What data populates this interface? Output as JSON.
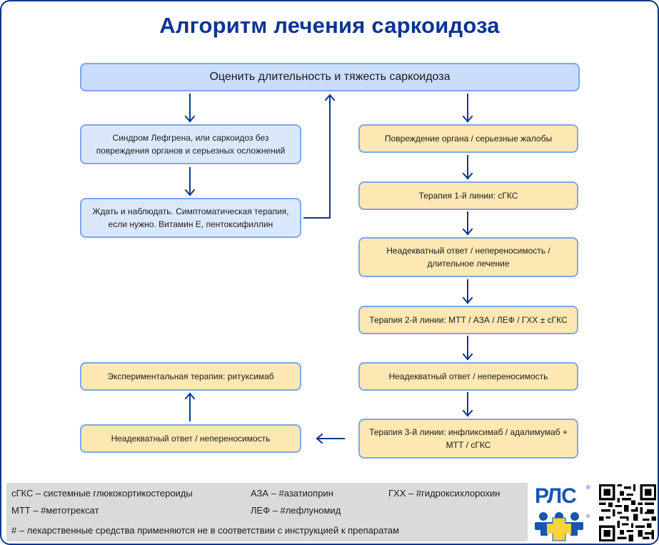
{
  "title": "Алгоритм лечения саркоидоза",
  "colors": {
    "accent": "#0a3591",
    "box_border": "#7da6ee",
    "blue_box": "#dbe8fc",
    "top_box": "#c9dcfa",
    "yellow_box": "#fde7b3",
    "legend_bg": "#dadada"
  },
  "nodes": {
    "assess": "Оценить длительность и тяжесть саркоидоза",
    "lofgren": "Синдром Лефгрена, или саркоидоз без повреждения органов и серьезных осложнений",
    "watch": "Ждать и наблюдать. Симптоматическая терапия, если нужно. Витамин E, пентоксифиллин",
    "organ_damage": "Повреждение органа / серьезные жалобы",
    "line1": "Терапия 1-й линии: сГКС",
    "inadequate1": "Неадекватный ответ / непереносимость / длительное лечение",
    "line2": "Терапия 2-й линии: МТТ / АЗА / ЛЕФ / ГХХ ± сГКС",
    "inadequate2": "Неадекватный ответ / непереносимость",
    "line3": "Терапия 3-й линии:  инфликсимаб / адалимумаб + МТТ / сГКС",
    "inadequate3": "Неадекватный ответ / непереносимость",
    "experimental": "Экспериментальная терапия: ритуксимаб"
  },
  "legend": {
    "sgks": "сГКС – системные глюкокортикостероиды",
    "aza": "АЗА – #азатиоприн",
    "ghh": "ГХХ – #гидроксихлорохин",
    "mtt": "МТТ – #метотрексат",
    "lef": "ЛЕФ – #лефлуномид",
    "note": "# – лекарственные средства применяются не в соответствии с инструкцией к препаратам"
  },
  "logo": {
    "text": "РЛС",
    "mark": "®"
  }
}
